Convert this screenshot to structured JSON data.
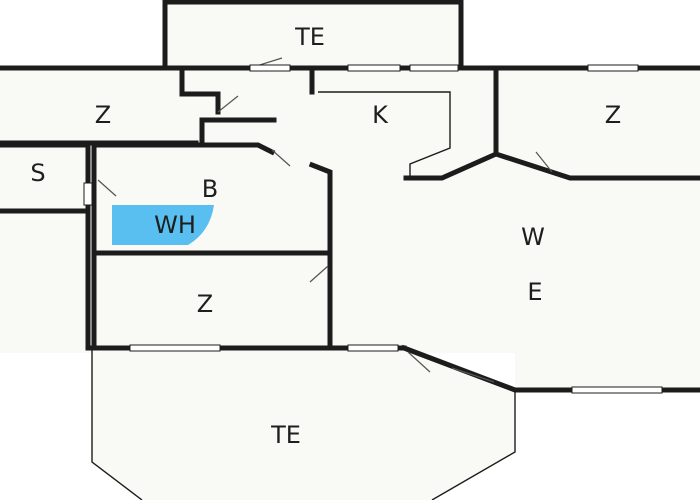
{
  "colors": {
    "room_fill": "#f9f9f5",
    "wall": "#1c1c1c",
    "wh_fill": "#59bff0"
  },
  "rooms": [
    {
      "id": "terrace-top",
      "label": "TE"
    },
    {
      "id": "room-z-top-left",
      "label": "Z"
    },
    {
      "id": "kitchen",
      "label": "K"
    },
    {
      "id": "room-z-top-right",
      "label": "Z"
    },
    {
      "id": "storage",
      "label": "S"
    },
    {
      "id": "bathroom",
      "label": "B"
    },
    {
      "id": "water-heater",
      "label": "WH"
    },
    {
      "id": "living-w",
      "label": "W"
    },
    {
      "id": "living-e",
      "label": "E"
    },
    {
      "id": "room-z-middle",
      "label": "Z"
    },
    {
      "id": "terrace-bottom",
      "label": "TE"
    }
  ]
}
